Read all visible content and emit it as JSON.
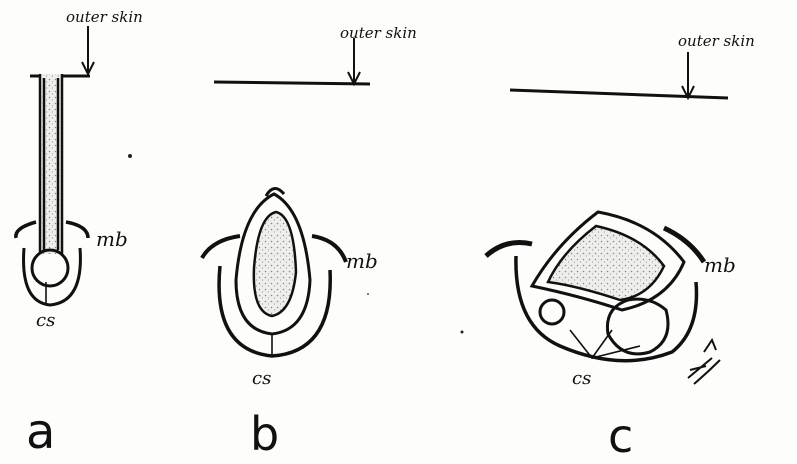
{
  "panels": [
    {
      "id": "a",
      "letter": "a",
      "outer_label": "outer skin",
      "mb_label": "mb",
      "cs_label": "cs"
    },
    {
      "id": "b",
      "letter": "b",
      "outer_label": "outer skin",
      "mb_label": "mb",
      "cs_label": "cs"
    },
    {
      "id": "c",
      "letter": "c",
      "outer_label": "outer skin",
      "mb_label": "mb",
      "cs_label": "cs"
    }
  ],
  "colors": {
    "ink": "#111111",
    "stipple": "#e3e3e0",
    "paper": "#fdfdfb"
  }
}
